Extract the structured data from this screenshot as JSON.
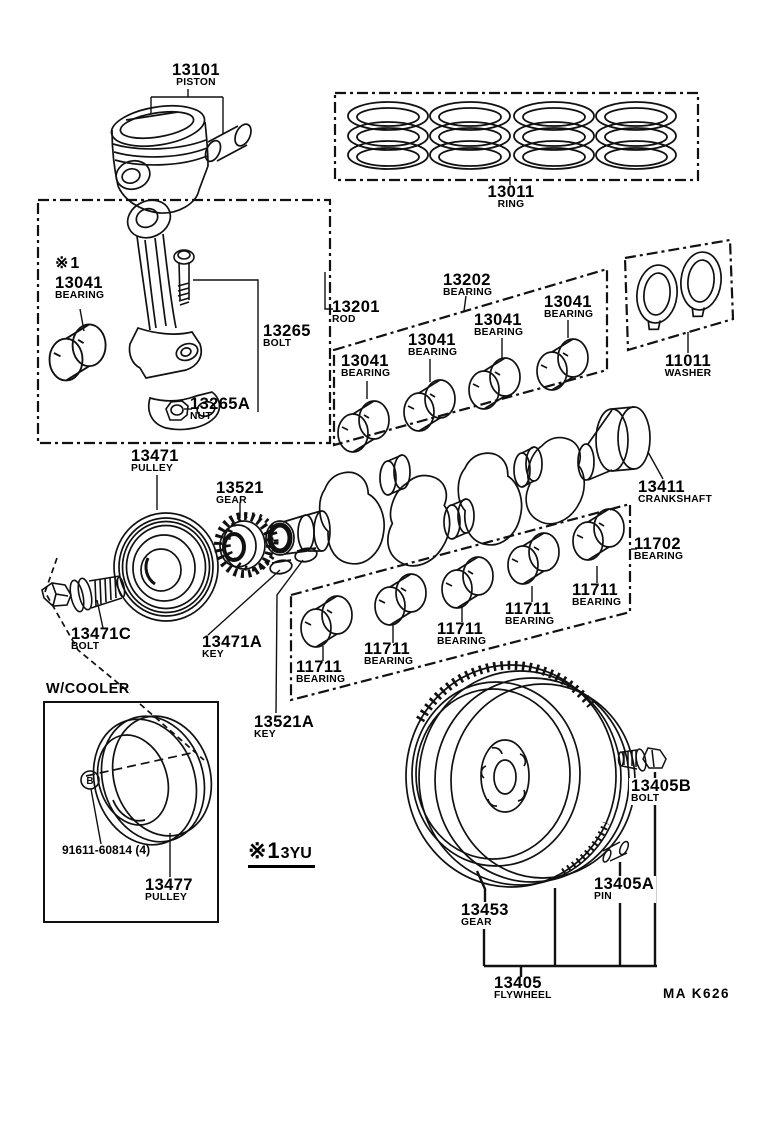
{
  "figure": {
    "type": "exploded-parts-diagram",
    "subject": "crankshaft and piston group",
    "page_code": "MA  K626",
    "notes": {
      "w_cooler": "W/COOLER",
      "cooler_bolt_number": "91611-60814 (4)",
      "variant_mark": "※1",
      "variant_engine": "3YU",
      "bolt_symbol": "B"
    },
    "labels": [
      {
        "part": "13101",
        "caption": "PISTON"
      },
      {
        "part": "13011",
        "caption": "RING"
      },
      {
        "prefix": "※1",
        "part": "13041",
        "caption": "BEARING"
      },
      {
        "part": "13265",
        "caption": "BOLT"
      },
      {
        "part": "13265A",
        "caption": "NUT"
      },
      {
        "part": "13201",
        "caption": "ROD"
      },
      {
        "part": "13202",
        "caption": "BEARING"
      },
      {
        "part": "13041",
        "caption": "BEARING"
      },
      {
        "part": "13041",
        "caption": "BEARING"
      },
      {
        "part": "13041",
        "caption": "BEARING"
      },
      {
        "part": "13041",
        "caption": "BEARING"
      },
      {
        "part": "11011",
        "caption": "WASHER"
      },
      {
        "part": "13471",
        "caption": "PULLEY"
      },
      {
        "part": "13521",
        "caption": "GEAR"
      },
      {
        "part": "13411",
        "caption": "CRANKSHAFT"
      },
      {
        "part": "11702",
        "caption": "BEARING"
      },
      {
        "part": "11711",
        "caption": "BEARING"
      },
      {
        "part": "11711",
        "caption": "BEARING"
      },
      {
        "part": "11711",
        "caption": "BEARING"
      },
      {
        "part": "11711",
        "caption": "BEARING"
      },
      {
        "part": "11711",
        "caption": "BEARING"
      },
      {
        "part": "13471C",
        "caption": "BOLT"
      },
      {
        "part": "13471A",
        "caption": "KEY"
      },
      {
        "part": "13521A",
        "caption": "KEY"
      },
      {
        "part": "13477",
        "caption": "PULLEY"
      },
      {
        "part": "13405B",
        "caption": "BOLT"
      },
      {
        "part": "13405A",
        "caption": "PIN"
      },
      {
        "part": "13453",
        "caption": "GEAR"
      },
      {
        "part": "13405",
        "caption": "FLYWHEEL"
      }
    ]
  }
}
